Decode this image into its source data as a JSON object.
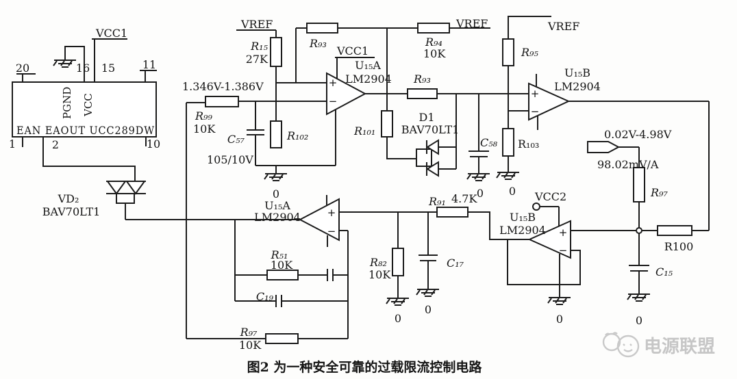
{
  "figure": {
    "caption": "图2 为一种安全可靠的过载限流控制电路",
    "watermark": "电源联盟"
  },
  "nets": {
    "vref": "VREF",
    "vcc1": "VCC1",
    "vcc2": "VCC2",
    "gnd": "0"
  },
  "controller": {
    "part_row": "EAN EAOUT UCC289DW",
    "pin_pgnd": "PGND",
    "pin_vcc": "VCC",
    "pins": {
      "p20": "20",
      "p16": "16",
      "p15": "15",
      "p11": "11",
      "p1": "1",
      "p2": "2",
      "p10": "10"
    }
  },
  "opamps": {
    "comp1": {
      "ref": "U₁₅A",
      "part": "LM2904"
    },
    "buf1": {
      "ref": "U₁₅B",
      "part": "LM2904"
    },
    "amp2": {
      "ref": "U₁₅A",
      "part": "LM2904"
    },
    "buf2": {
      "ref": "U₁₅B",
      "part": "LM2904"
    },
    "plus": "+",
    "minus": "−"
  },
  "resistors": {
    "r15": {
      "ref": "R₁₅",
      "value": "27K"
    },
    "r93_top": {
      "ref": "R₉₃"
    },
    "r94": {
      "ref": "R₉₄",
      "value": "10K"
    },
    "r95": {
      "ref": "R₉₅"
    },
    "r99": {
      "ref": "R₉₉",
      "value": "10K"
    },
    "r101": {
      "ref": "R₁₀₁"
    },
    "r102": {
      "ref": "R₁₀₂"
    },
    "r93_mid": {
      "ref": "R₉₃"
    },
    "r103": {
      "ref": "R₁₀₃"
    },
    "r91": {
      "ref": "R₉₁",
      "value": "4.7K"
    },
    "r82": {
      "ref": "R₈₂",
      "value": "10K"
    },
    "r51": {
      "ref": "R₅₁",
      "value": "10K"
    },
    "r97_fb": {
      "ref": "R₉₇",
      "value": "10K"
    },
    "r97_sense": {
      "ref": "R₉₇"
    },
    "r100": {
      "ref": "R100"
    }
  },
  "capacitors": {
    "c57": {
      "ref": "C₅₇",
      "value": "105/10V"
    },
    "c58": {
      "ref": "C₅₈"
    },
    "c17": {
      "ref": "C₁₇"
    },
    "c15": {
      "ref": "C₁₅"
    },
    "c19": {
      "ref": "C₁₉"
    }
  },
  "diodes": {
    "d1": {
      "ref": "D1",
      "part": "BAV70LT1"
    },
    "vd2": {
      "ref": "VD₂",
      "part": "BAV70LT1"
    }
  },
  "annotations": {
    "threshold_range": "1.346V-1.386V",
    "output_range": "0.02V-4.98V",
    "sense_gain": "98.02mV/A"
  }
}
